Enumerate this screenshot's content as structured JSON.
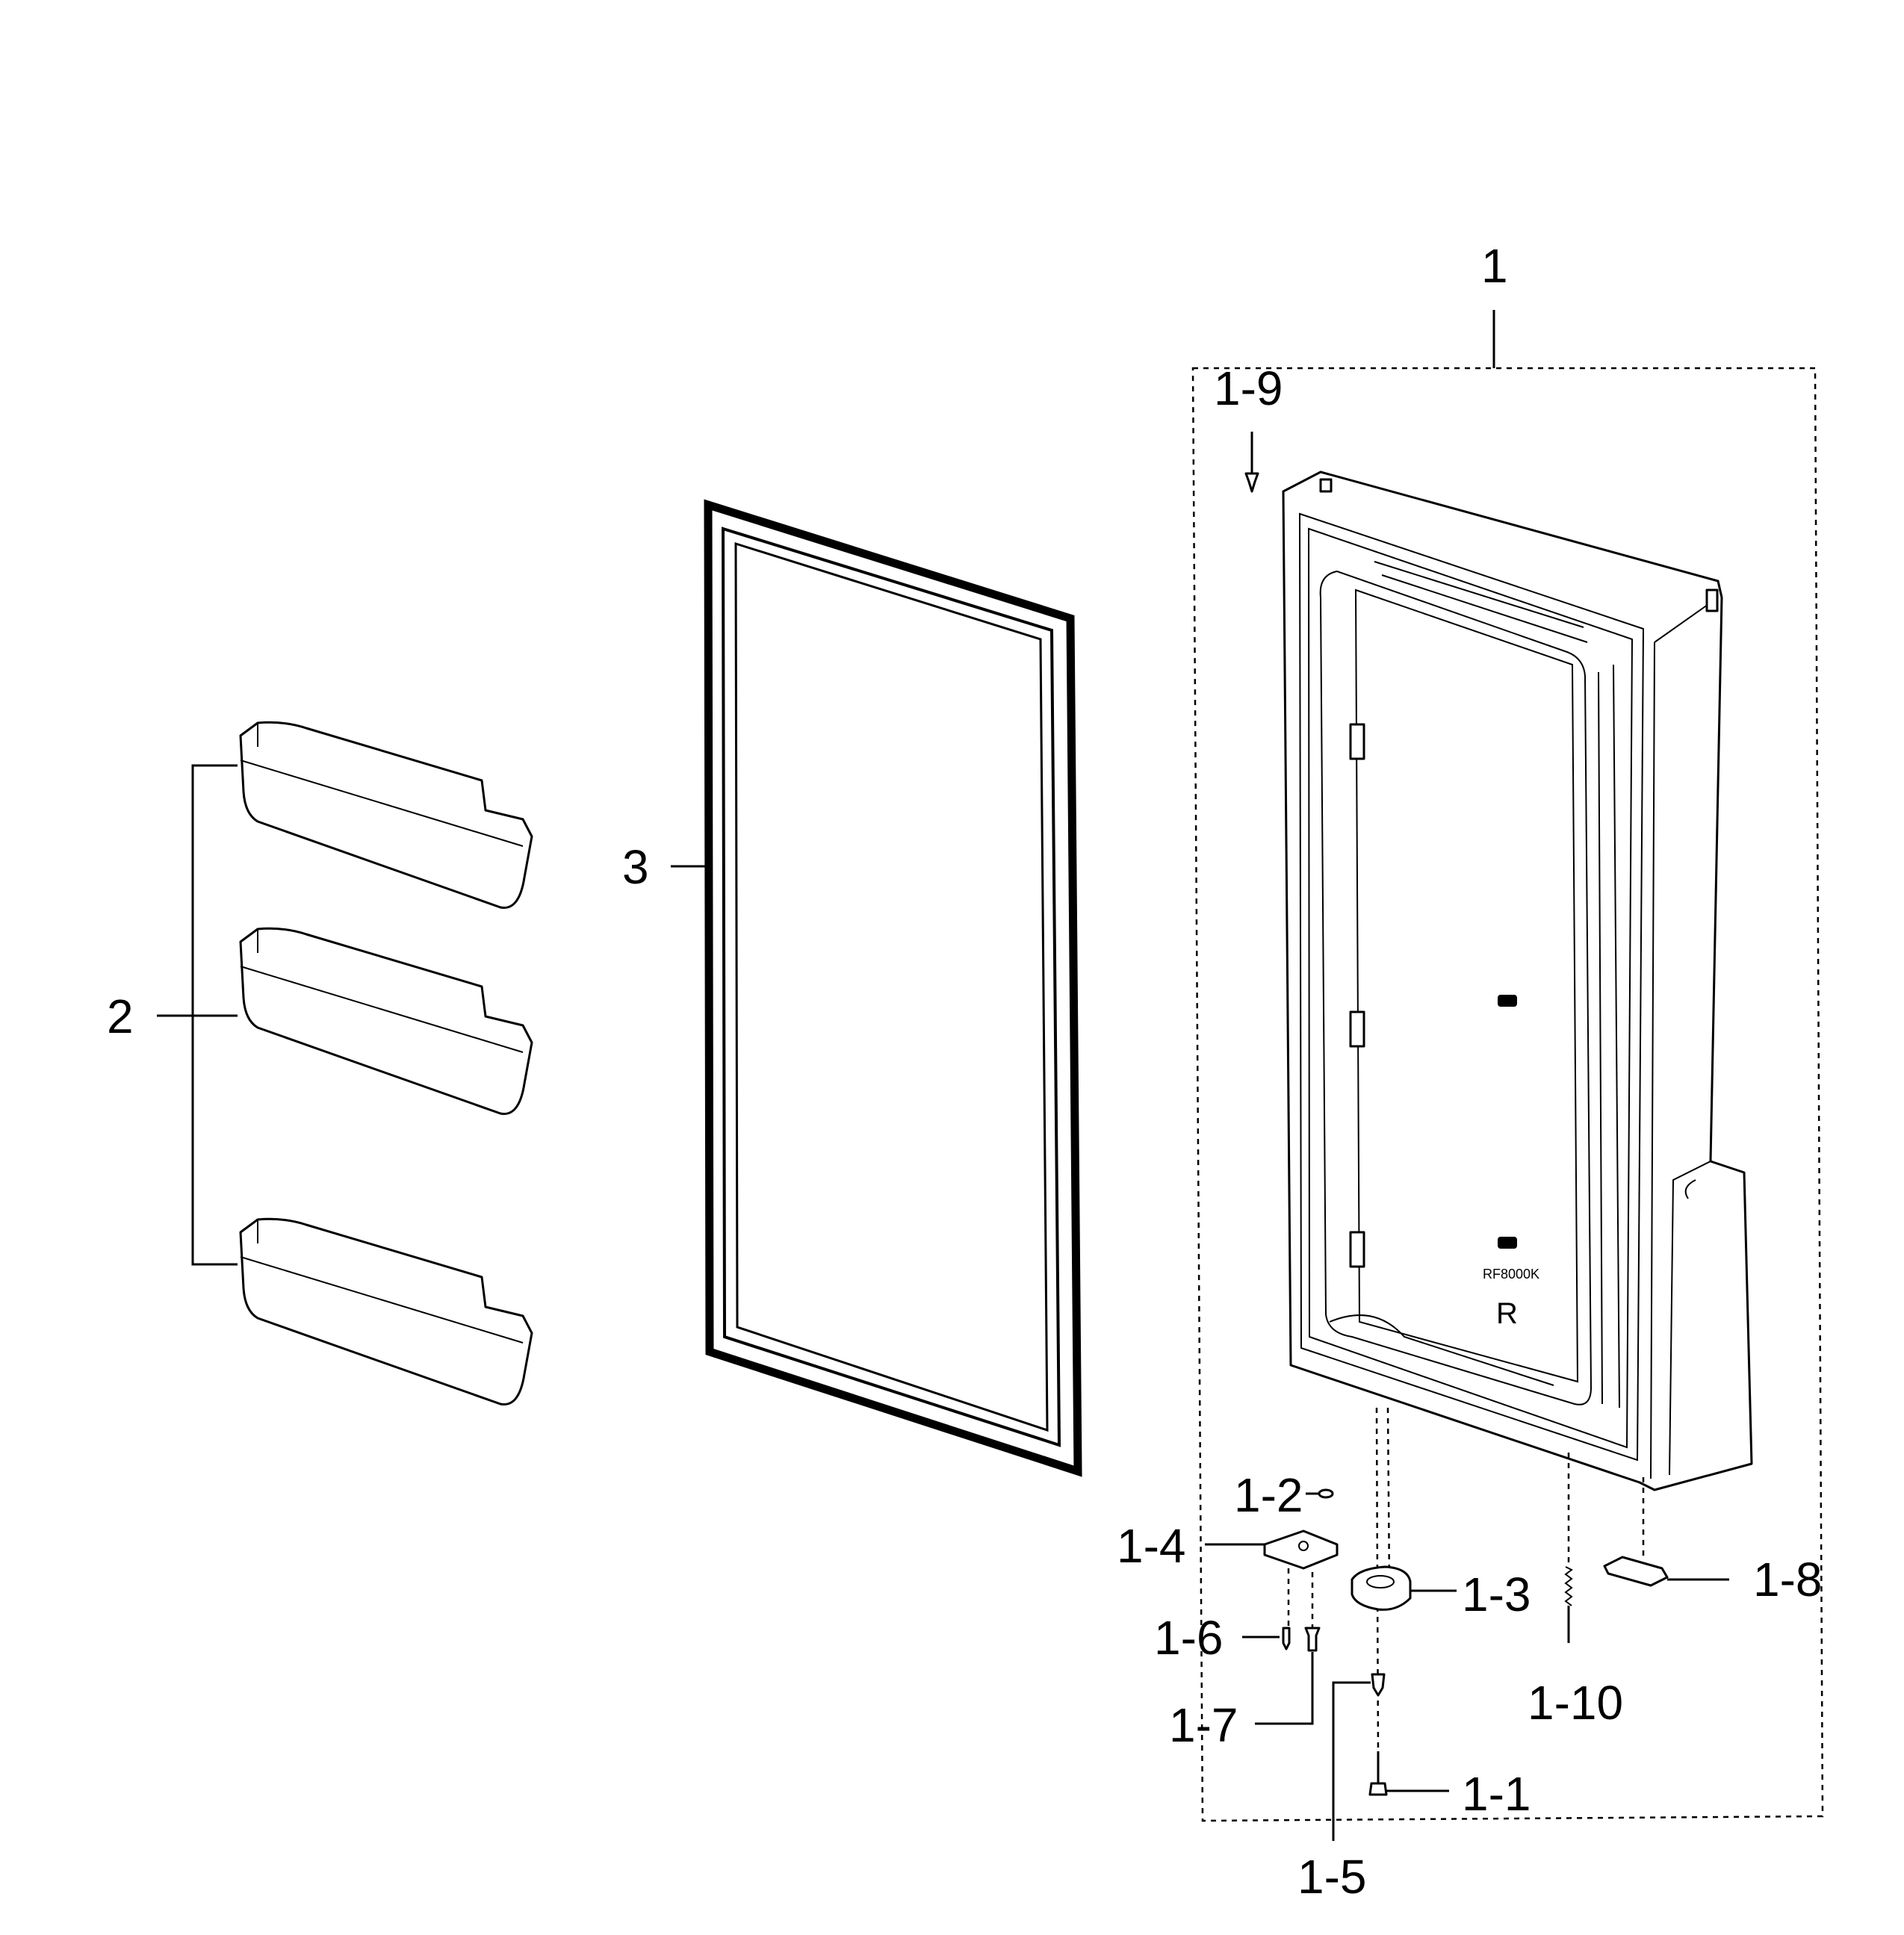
{
  "labels": {
    "assembly": "1",
    "screw_top": "1-9",
    "hinge_pin": "1-1",
    "washer": "1-2",
    "cam_hinge": "1-3",
    "hinge_plate": "1-4",
    "screw_bottom": "1-5",
    "screw_small": "1-6",
    "screw_plate": "1-7",
    "door_stop": "1-8",
    "spring": "1-10",
    "bins": "2",
    "gasket": "3"
  },
  "door_marks": {
    "model": "RF8000K",
    "side": "R"
  }
}
